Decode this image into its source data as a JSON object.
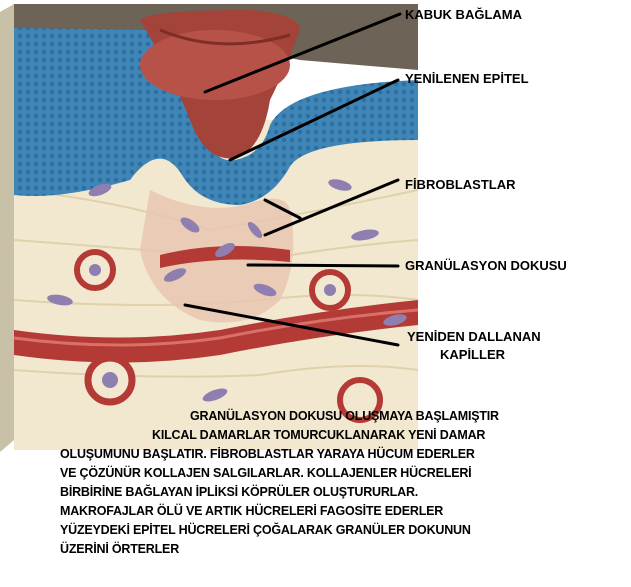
{
  "labels": {
    "kabuk": "KABUK BAĞLAMA",
    "epitel": "YENİLENEN EPİTEL",
    "fibro": "FİBROBLASTLAR",
    "granul": "GRANÜLASYON DOKUSU",
    "kapiller_1": "YENİDEN DALLANAN",
    "kapiller_2": "KAPİLLER"
  },
  "caption": [
    "GRANÜLASYON DOKUSU OLUŞMAYA BAŞLAMIŞTIR",
    "KILCAL DAMARLAR TOMURCUKLANARAK YENİ DAMAR",
    "OLUŞUMUNU BAŞLATIR. FİBROBLASTLAR YARAYA HÜCUM EDERLER",
    "VE ÇÖZÜNÜR KOLLAJEN SALGILARLAR. KOLLAJENLER HÜCRELERİ",
    "BİRBİRİNE BAĞLAYAN İPLİKSİ KÖPRÜLER OLUŞTURURLAR.",
    "MAKROFAJLAR ÖLÜ VE ARTIK HÜCRELERİ FAGOSİTE EDERLER",
    "YÜZEYDEKİ EPİTEL HÜCRELERİ ÇOĞALARAK GRANÜLER DOKUNUN",
    "ÜZERİNİ ÖRTERLER"
  ],
  "colors": {
    "scab": "#a4433a",
    "epithelium": "#3f86b8",
    "dermis": "#f2e8cf",
    "vessel": "#b33a35",
    "fibroblast": "#8e7fb0"
  }
}
